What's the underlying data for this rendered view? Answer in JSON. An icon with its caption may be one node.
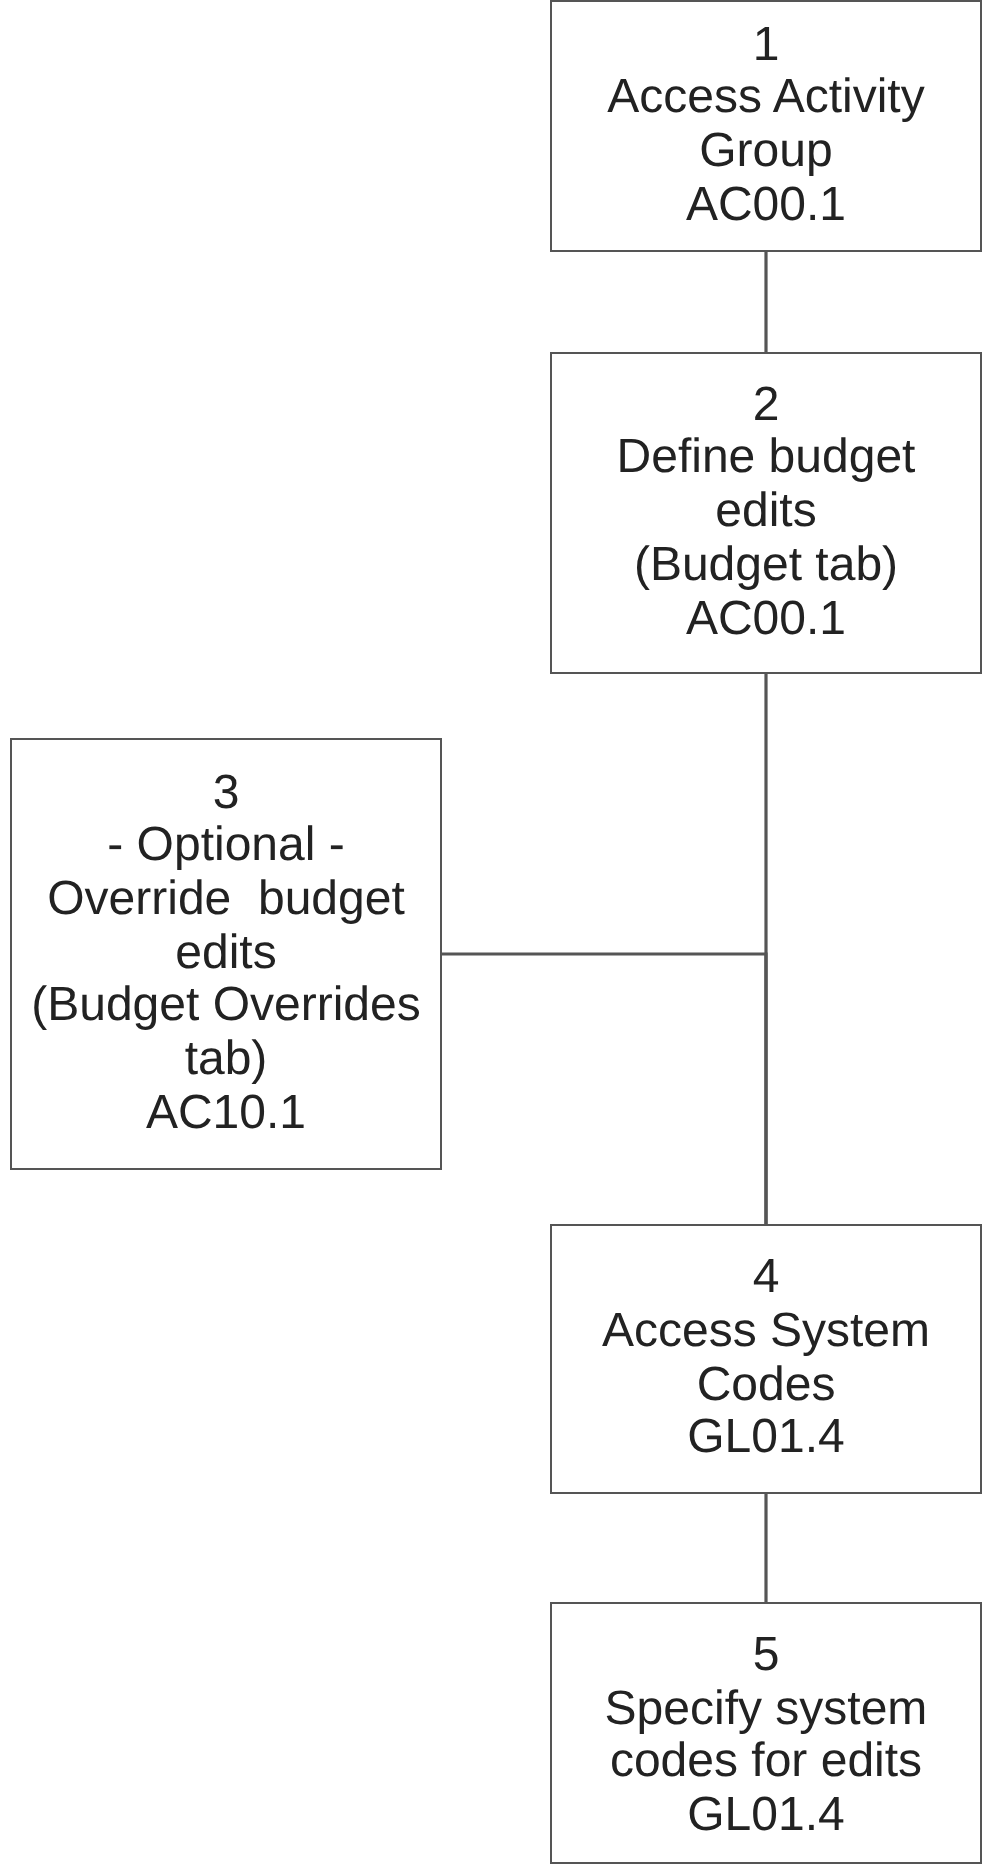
{
  "diagram": {
    "nodes": [
      {
        "text": [
          "1",
          "Access Activity Group",
          "AC00.1"
        ]
      },
      {
        "text": [
          "2",
          "Define budget edits",
          "(Budget tab)",
          "AC00.1"
        ]
      },
      {
        "text": [
          "3",
          "- Optional -",
          "Override  budget edits",
          "(Budget Overrides tab)",
          "AC10.1"
        ]
      },
      {
        "text": [
          "4",
          "Access System Codes",
          "GL01.4"
        ]
      },
      {
        "text": [
          "5",
          "Specify system codes for edits",
          "GL01.4"
        ]
      }
    ],
    "edges": [
      {
        "from": 0,
        "to": 1,
        "arrow": "none"
      },
      {
        "from": 1,
        "to": 3,
        "arrow": "none"
      },
      {
        "from": 2,
        "to": 3,
        "arrow": "none"
      },
      {
        "from": 3,
        "to": 4,
        "arrow": "none"
      }
    ]
  }
}
